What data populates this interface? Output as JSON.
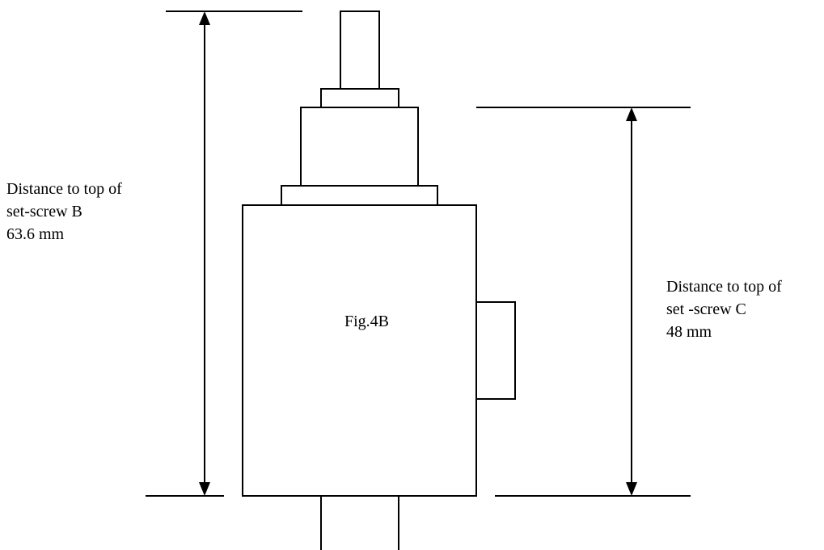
{
  "figure": {
    "label": "Fig.4B"
  },
  "dimensions": {
    "b": {
      "line1": "Distance to top of",
      "line2": "set-screw B",
      "line3": "63.6 mm"
    },
    "c": {
      "line1": "Distance to top of",
      "line2": "set -screw C",
      "line3": "48 mm"
    }
  },
  "colors": {
    "stroke": "#000000",
    "background": "#ffffff"
  }
}
